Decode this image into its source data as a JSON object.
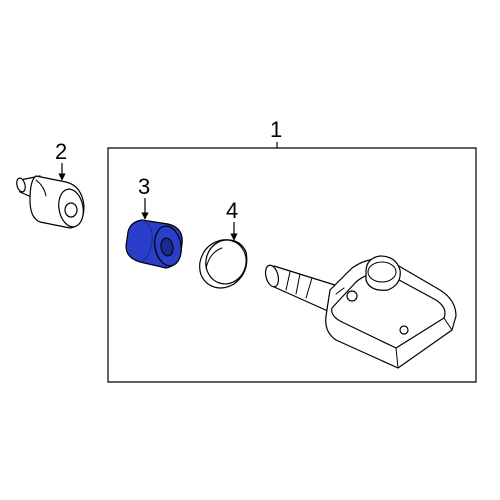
{
  "callouts": {
    "c1": "1",
    "c2": "2",
    "c3": "3",
    "c4": "4"
  },
  "parts": {
    "highlighted_part": "3",
    "highlight_color": "#2b3ec9",
    "highlight_shadow": "#1a2a8f"
  },
  "colors": {
    "line": "#000000",
    "background": "#ffffff"
  }
}
